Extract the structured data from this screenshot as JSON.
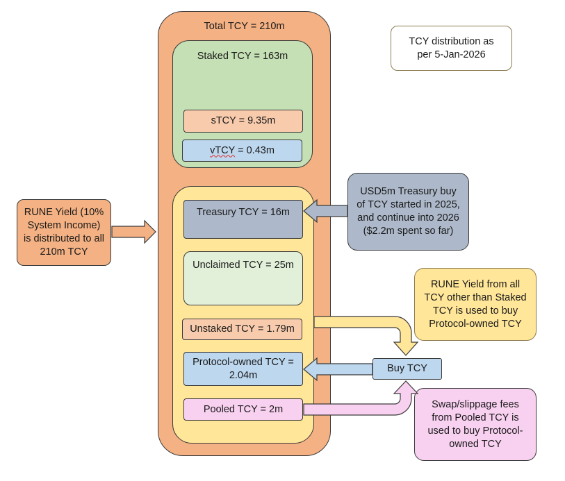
{
  "title_note": "TCY distribution as per 5-Jan-2026",
  "total": {
    "label": "Total TCY = 210m"
  },
  "staked": {
    "label": "Staked TCY = 163m",
    "stcy": "sTCY = 9.35m",
    "vtcy_prefix": "vTCY",
    "vtcy_suffix": " = 0.43m"
  },
  "unstaked_group": {
    "treasury": "Treasury TCY = 16m",
    "unclaimed": "Unclaimed TCY = 25m",
    "unstaked": "Unstaked TCY = 1.79m",
    "protocol_owned": "Protocol-owned TCY = 2.04m",
    "pooled": "Pooled TCY = 2m"
  },
  "rune_yield_note": "RUNE Yield (10% System Income) is distributed to all 210m TCY",
  "treasury_buy_note": "USD5m Treasury buy of TCY started in 2025, and continue into 2026 ($2.2m spent so far)",
  "yield_buy_note": "RUNE Yield from all TCY other than Staked TCY is used to buy Protocol-owned TCY",
  "buy_tcy": "Buy TCY",
  "fees_note": "Swap/slippage fees from Pooled TCY is used to buy Protocol-owned TCY",
  "colors": {
    "orange": "#f4b183",
    "green": "#c5e0b4",
    "light_green": "#e2f0d9",
    "yellow": "#ffe699",
    "blue": "#bdd7ee",
    "slate": "#adb9ca",
    "salmon": "#f8cbad",
    "pink": "#f8d0f0",
    "border": "#3a3a3a"
  }
}
